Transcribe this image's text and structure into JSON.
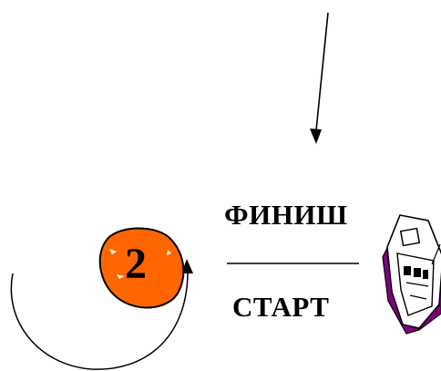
{
  "diagram": {
    "finish_label": "ФИНИШ",
    "start_label": "СТАРТ",
    "buoy_number": "2",
    "colors": {
      "buoy_fill": "#ff6600",
      "boat_deck": "#800080",
      "line": "#000000",
      "background": "#ffffff"
    },
    "icons": [
      "arrow-down-icon",
      "buoy-icon",
      "boat-icon",
      "rounding-arc-icon"
    ]
  }
}
